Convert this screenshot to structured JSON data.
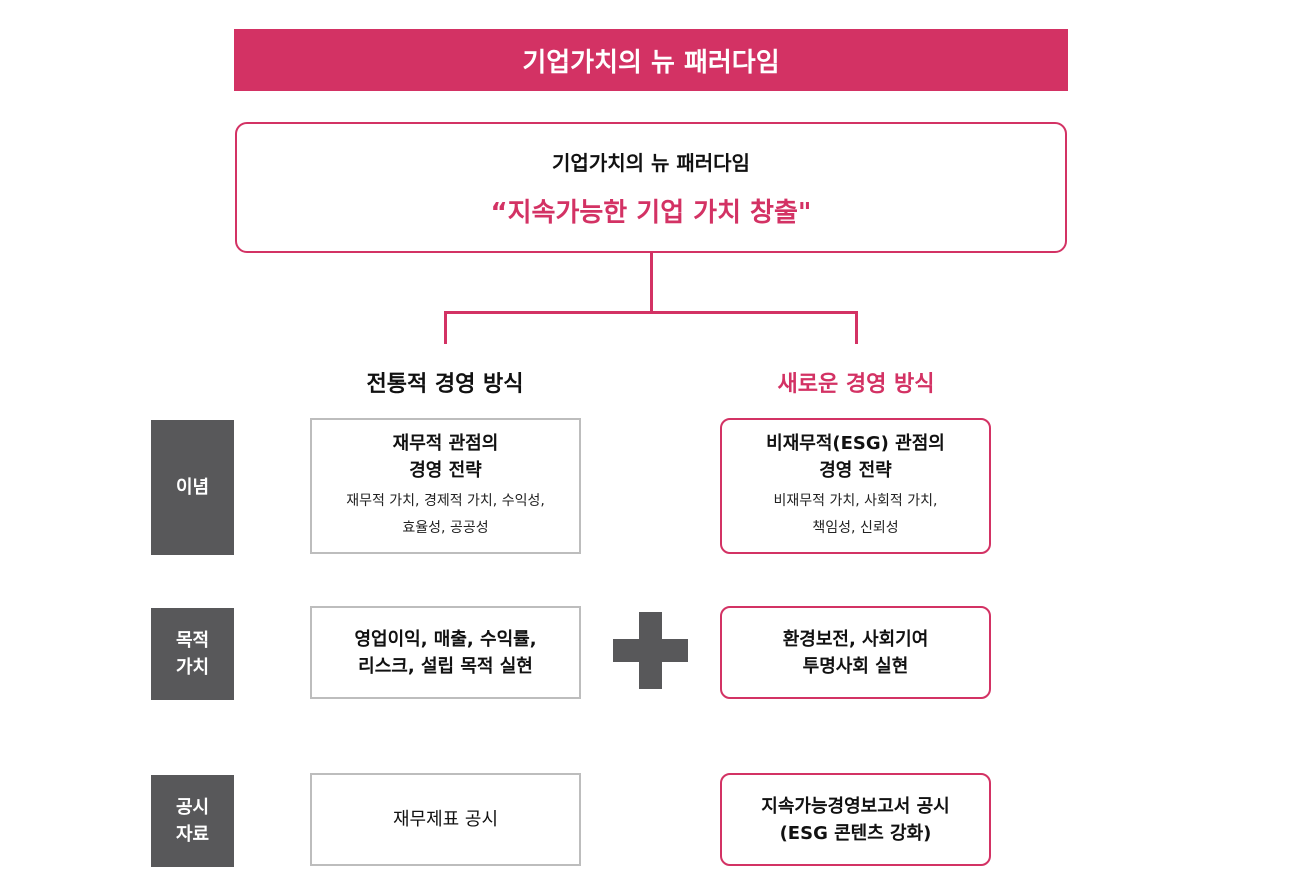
{
  "banner": "기업가치의 뉴 패러다임",
  "top_box": {
    "title": "기업가치의 뉴 패러다임",
    "subtitle": "“지속가능한 기업 가치 창출\""
  },
  "columns": {
    "traditional": "전통적 경영 방식",
    "new": "새로운 경영 방식"
  },
  "rows": [
    {
      "label": "이념",
      "left": {
        "title": "재무적 관점의\n경영 전략",
        "sub": "재무적 가치, 경제적 가치, 수익성,\n효율성, 공공성"
      },
      "right": {
        "title": "비재무적(ESG) 관점의\n경영 전략",
        "sub": "비재무적 가치, 사회적 가치,\n책임성, 신뢰성"
      }
    },
    {
      "label": "목적\n가치",
      "left": {
        "title": "영업이익, 매출, 수익률,\n리스크, 설립 목적 실현"
      },
      "right": {
        "title": "환경보전, 사회기여\n투명사회 실현"
      }
    },
    {
      "label": "공시\n자료",
      "left": {
        "title": "재무제표 공시"
      },
      "right": {
        "title": "지속가능경영보고서 공시\n(ESG 콘텐츠 강화)"
      }
    }
  ],
  "colors": {
    "accent": "#d33264",
    "label_bg": "#58585a",
    "left_border": "#bdbdbd"
  }
}
